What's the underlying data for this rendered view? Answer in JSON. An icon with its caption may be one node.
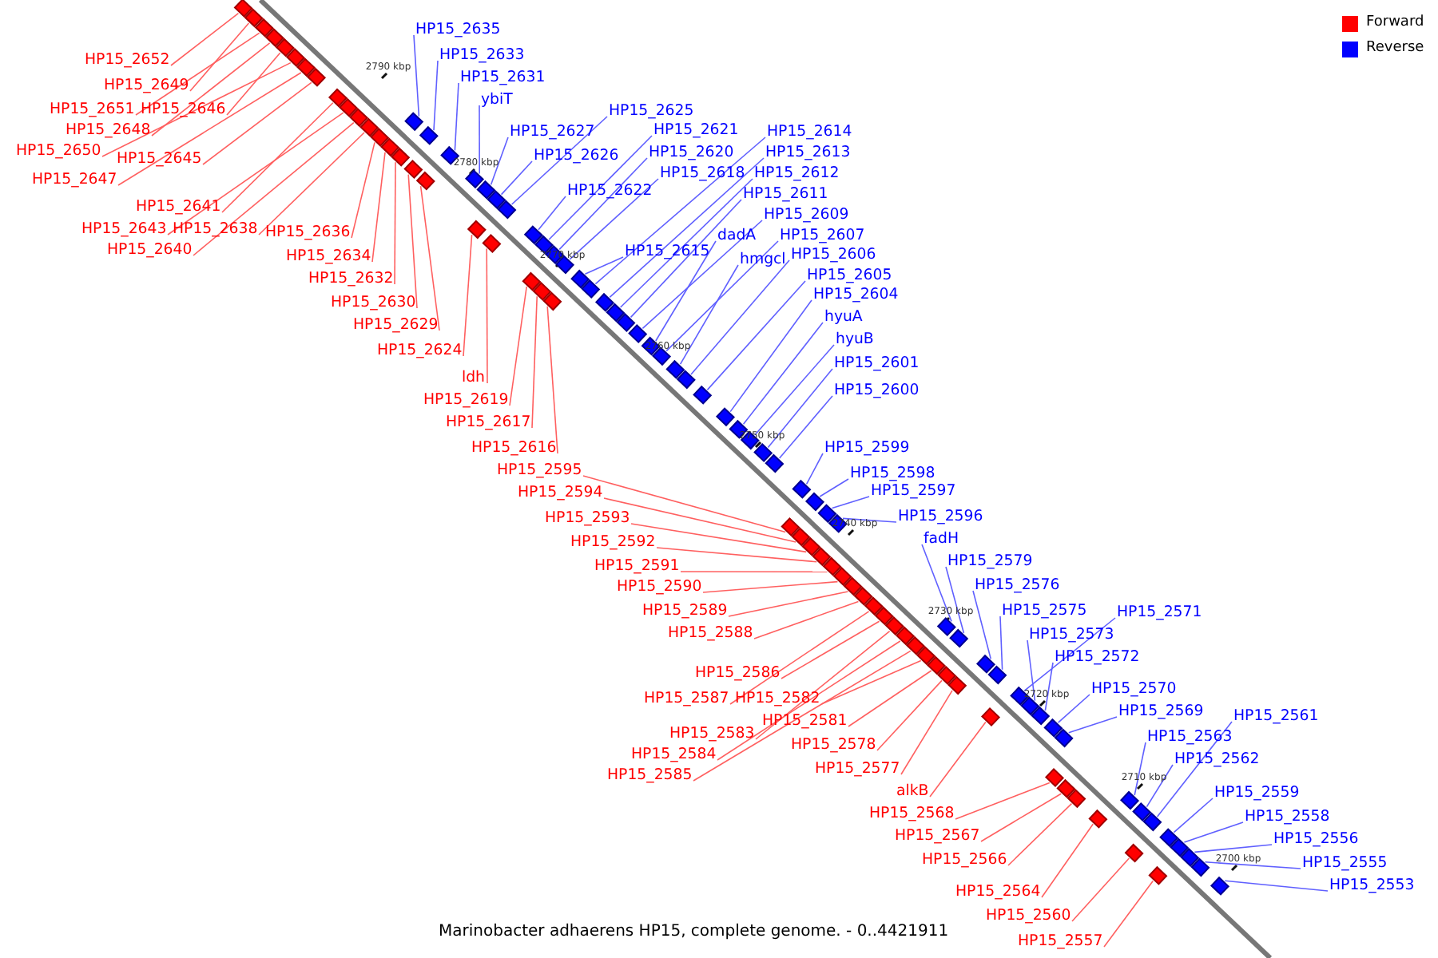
{
  "diagram": {
    "caption": "Marinobacter adhaerens HP15, complete genome. - 0..4421911",
    "nodes": [
      {
        "text": [
          "HP15_2652"
        ]
      },
      {
        "text": [
          "HP15_2649"
        ]
      },
      {
        "text": [
          "HP15_2651"
        ]
      },
      {
        "text": [
          "HP15_2646"
        ]
      },
      {
        "text": [
          "HP15_2648"
        ]
      },
      {
        "text": [
          "HP15_2650"
        ]
      },
      {
        "text": [
          "HP15_2645"
        ]
      },
      {
        "text": [
          "HP15_2647"
        ]
      },
      {
        "text": [
          "HP15_2641"
        ]
      },
      {
        "text": [
          "HP15_2643"
        ]
      },
      {
        "text": [
          "HP15_2638"
        ]
      },
      {
        "text": [
          "HP15_2640"
        ]
      },
      {
        "text": [
          "HP15_2636"
        ]
      },
      {
        "text": [
          "HP15_2634"
        ]
      },
      {
        "text": [
          "HP15_2632"
        ]
      },
      {
        "text": [
          "HP15_2630"
        ]
      },
      {
        "text": [
          "HP15_2629"
        ]
      },
      {
        "text": [
          "HP15_2624"
        ]
      },
      {
        "text": [
          "ldh"
        ]
      },
      {
        "text": [
          "HP15_2619"
        ]
      },
      {
        "text": [
          "HP15_2617"
        ]
      },
      {
        "text": [
          "HP15_2616"
        ]
      },
      {
        "text": [
          "HP15_2595"
        ]
      },
      {
        "text": [
          "HP15_2594"
        ]
      },
      {
        "text": [
          "HP15_2593"
        ]
      },
      {
        "text": [
          "HP15_2592"
        ]
      },
      {
        "text": [
          "HP15_2591"
        ]
      },
      {
        "text": [
          "HP15_2590"
        ]
      },
      {
        "text": [
          "HP15_2589"
        ]
      },
      {
        "text": [
          "HP15_2588"
        ]
      },
      {
        "text": [
          "HP15_2586"
        ]
      },
      {
        "text": [
          "HP15_2587"
        ]
      },
      {
        "text": [
          "HP15_2582"
        ]
      },
      {
        "text": [
          "HP15_2581"
        ]
      },
      {
        "text": [
          "HP15_2583"
        ]
      },
      {
        "text": [
          "HP15_2578"
        ]
      },
      {
        "text": [
          "HP15_2584"
        ]
      },
      {
        "text": [
          "HP15_2577"
        ]
      },
      {
        "text": [
          "HP15_2585"
        ]
      },
      {
        "text": [
          "alkB"
        ]
      },
      {
        "text": [
          "HP15_2568"
        ]
      },
      {
        "text": [
          "HP15_2567"
        ]
      },
      {
        "text": [
          "HP15_2566"
        ]
      },
      {
        "text": [
          "HP15_2564"
        ]
      },
      {
        "text": [
          "HP15_2560"
        ]
      },
      {
        "text": [
          "HP15_2557"
        ]
      },
      {
        "text": [
          "HP15_2635"
        ]
      },
      {
        "text": [
          "HP15_2633"
        ]
      },
      {
        "text": [
          "HP15_2631"
        ]
      },
      {
        "text": [
          "ybiT"
        ]
      },
      {
        "text": [
          "HP15_2627"
        ]
      },
      {
        "text": [
          "HP15_2625"
        ]
      },
      {
        "text": [
          "HP15_2626"
        ]
      },
      {
        "text": [
          "HP15_2621"
        ]
      },
      {
        "text": [
          "HP15_2620"
        ]
      },
      {
        "text": [
          "HP15_2618"
        ]
      },
      {
        "text": [
          "HP15_2622"
        ]
      },
      {
        "text": [
          "HP15_2614"
        ]
      },
      {
        "text": [
          "HP15_2613"
        ]
      },
      {
        "text": [
          "HP15_2612"
        ]
      },
      {
        "text": [
          "HP15_2611"
        ]
      },
      {
        "text": [
          "HP15_2609"
        ]
      },
      {
        "text": [
          "HP15_2615"
        ]
      },
      {
        "text": [
          "dadA"
        ]
      },
      {
        "text": [
          "HP15_2607"
        ]
      },
      {
        "text": [
          "hmgcl"
        ]
      },
      {
        "text": [
          "HP15_2606"
        ]
      },
      {
        "text": [
          "HP15_2605"
        ]
      },
      {
        "text": [
          "HP15_2604"
        ]
      },
      {
        "text": [
          "hyuA"
        ]
      },
      {
        "text": [
          "hyuB"
        ]
      },
      {
        "text": [
          "HP15_2601"
        ]
      },
      {
        "text": [
          "HP15_2600"
        ]
      },
      {
        "text": [
          "HP15_2599"
        ]
      },
      {
        "text": [
          "HP15_2598"
        ]
      },
      {
        "text": [
          "HP15_2597"
        ]
      },
      {
        "text": [
          "HP15_2596"
        ]
      },
      {
        "text": [
          "fadH"
        ]
      },
      {
        "text": [
          "HP15_2579"
        ]
      },
      {
        "text": [
          "HP15_2576"
        ]
      },
      {
        "text": [
          "HP15_2575"
        ]
      },
      {
        "text": [
          "HP15_2571"
        ]
      },
      {
        "text": [
          "HP15_2573"
        ]
      },
      {
        "text": [
          "HP15_2572"
        ]
      },
      {
        "text": [
          "HP15_2570"
        ]
      },
      {
        "text": [
          "HP15_2569"
        ]
      },
      {
        "text": [
          "HP15_2561"
        ]
      },
      {
        "text": [
          "HP15_2563"
        ]
      },
      {
        "text": [
          "HP15_2562"
        ]
      },
      {
        "text": [
          "HP15_2559"
        ]
      },
      {
        "text": [
          "HP15_2558"
        ]
      },
      {
        "text": [
          "HP15_2556"
        ]
      },
      {
        "text": [
          "HP15_2555"
        ]
      },
      {
        "text": [
          "HP15_2553"
        ]
      },
      {
        "text": [],
        "shape": "box"
      },
      {
        "text": [],
        "shape": "box"
      },
      {
        "text": [],
        "shape": "box"
      },
      {
        "text": [],
        "shape": "box"
      },
      {
        "text": [],
        "shape": "box"
      },
      {
        "text": [],
        "shape": "box"
      },
      {
        "text": [],
        "shape": "box"
      },
      {
        "text": [],
        "shape": "box"
      },
      {
        "text": [],
        "shape": "box"
      },
      {
        "text": [],
        "shape": "box"
      },
      {
        "text": [],
        "shape": "box"
      },
      {
        "text": [],
        "shape": "box"
      },
      {
        "text": [],
        "shape": "box"
      },
      {
        "text": [],
        "shape": "box"
      },
      {
        "text": [],
        "shape": "box"
      },
      {
        "text": [],
        "shape": "box"
      },
      {
        "text": [],
        "shape": "box"
      },
      {
        "text": [],
        "shape": "box"
      },
      {
        "text": [],
        "shape": "box"
      },
      {
        "text": [],
        "shape": "box"
      },
      {
        "text": [],
        "shape": "box"
      },
      {
        "text": [],
        "shape": "box"
      },
      {
        "text": [],
        "shape": "box"
      },
      {
        "text": [],
        "shape": "box"
      },
      {
        "text": [],
        "shape": "box"
      },
      {
        "text": [],
        "shape": "box"
      },
      {
        "text": [],
        "shape": "box"
      },
      {
        "text": [],
        "shape": "box"
      },
      {
        "text": [],
        "shape": "box"
      },
      {
        "text": [],
        "shape": "box"
      },
      {
        "text": [],
        "shape": "box"
      },
      {
        "text": [],
        "shape": "box"
      },
      {
        "text": [],
        "shape": "box"
      },
      {
        "text": [],
        "shape": "box"
      },
      {
        "text": [],
        "shape": "box"
      },
      {
        "text": [],
        "shape": "box"
      },
      {
        "text": [],
        "shape": "box"
      },
      {
        "text": [],
        "shape": "box"
      },
      {
        "text": [],
        "shape": "box"
      },
      {
        "text": [],
        "shape": "box"
      },
      {
        "text": [],
        "shape": "box"
      },
      {
        "text": [],
        "shape": "box"
      },
      {
        "text": [],
        "shape": "box"
      },
      {
        "text": [],
        "shape": "box"
      },
      {
        "text": [],
        "shape": "box"
      },
      {
        "text": [],
        "shape": "box"
      },
      {
        "text": [],
        "shape": "box"
      },
      {
        "text": [],
        "shape": "box"
      },
      {
        "text": [],
        "shape": "box"
      },
      {
        "text": [],
        "shape": "box"
      },
      {
        "text": [],
        "shape": "box"
      },
      {
        "text": [],
        "shape": "box"
      },
      {
        "text": [],
        "shape": "box"
      },
      {
        "text": [],
        "shape": "box"
      },
      {
        "text": [],
        "shape": "box"
      },
      {
        "text": [],
        "shape": "box"
      },
      {
        "text": [],
        "shape": "box"
      },
      {
        "text": [],
        "shape": "box"
      },
      {
        "text": [],
        "shape": "box"
      },
      {
        "text": [],
        "shape": "box"
      },
      {
        "text": [],
        "shape": "box"
      },
      {
        "text": [],
        "shape": "box"
      },
      {
        "text": [],
        "shape": "box"
      },
      {
        "text": [],
        "shape": "box"
      },
      {
        "text": [],
        "shape": "box"
      },
      {
        "text": [],
        "shape": "box"
      },
      {
        "text": [],
        "shape": "box"
      },
      {
        "text": [],
        "shape": "box"
      },
      {
        "text": [],
        "shape": "box"
      },
      {
        "text": [],
        "shape": "box"
      },
      {
        "text": [],
        "shape": "box"
      },
      {
        "text": [],
        "shape": "box"
      },
      {
        "text": [],
        "shape": "box"
      },
      {
        "text": [],
        "shape": "box"
      },
      {
        "text": [],
        "shape": "box"
      },
      {
        "text": [],
        "shape": "box"
      },
      {
        "text": [],
        "shape": "box"
      },
      {
        "text": [],
        "shape": "box"
      },
      {
        "text": [],
        "shape": "box"
      },
      {
        "text": [],
        "shape": "box"
      },
      {
        "text": [],
        "shape": "box"
      },
      {
        "text": [],
        "shape": "box"
      },
      {
        "text": [],
        "shape": "box"
      },
      {
        "text": [],
        "shape": "box"
      },
      {
        "text": [],
        "shape": "box"
      },
      {
        "text": [],
        "shape": "box"
      },
      {
        "text": [],
        "shape": "box"
      },
      {
        "text": [],
        "shape": "box"
      },
      {
        "text": [],
        "shape": "box"
      },
      {
        "text": [],
        "shape": "box"
      },
      {
        "text": [],
        "shape": "box"
      },
      {
        "text": [],
        "shape": "box"
      },
      {
        "text": [],
        "shape": "box"
      },
      {
        "text": [],
        "shape": "box"
      }
    ],
    "edges": [
      {
        "from": 0,
        "to": 94,
        "arrow": "none",
        "color": "#ff6060"
      },
      {
        "from": 1,
        "to": 95,
        "arrow": "none",
        "color": "#ff6060"
      },
      {
        "from": 2,
        "to": 96,
        "arrow": "none",
        "color": "#ff6060"
      },
      {
        "from": 3,
        "to": 97,
        "arrow": "none",
        "color": "#ff6060"
      },
      {
        "from": 4,
        "to": 98,
        "arrow": "none",
        "color": "#ff6060"
      },
      {
        "from": 5,
        "to": 99,
        "arrow": "none",
        "color": "#ff6060"
      },
      {
        "from": 6,
        "to": 100,
        "arrow": "none",
        "color": "#ff6060"
      },
      {
        "from": 7,
        "to": 101,
        "arrow": "none",
        "color": "#ff6060"
      },
      {
        "from": 8,
        "to": 102,
        "arrow": "none",
        "color": "#ff6060"
      },
      {
        "from": 9,
        "to": 103,
        "arrow": "none",
        "color": "#ff6060"
      },
      {
        "from": 10,
        "to": 104,
        "arrow": "none",
        "color": "#ff6060"
      },
      {
        "from": 11,
        "to": 105,
        "arrow": "none",
        "color": "#ff6060"
      },
      {
        "from": 12,
        "to": 106,
        "arrow": "none",
        "color": "#ff6060"
      },
      {
        "from": 13,
        "to": 107,
        "arrow": "none",
        "color": "#ff6060"
      },
      {
        "from": 14,
        "to": 108,
        "arrow": "none",
        "color": "#ff6060"
      },
      {
        "from": 15,
        "to": 109,
        "arrow": "none",
        "color": "#ff6060"
      },
      {
        "from": 16,
        "to": 110,
        "arrow": "none",
        "color": "#ff6060"
      },
      {
        "from": 17,
        "to": 111,
        "arrow": "none",
        "color": "#ff6060"
      },
      {
        "from": 18,
        "to": 112,
        "arrow": "none",
        "color": "#ff6060"
      },
      {
        "from": 19,
        "to": 113,
        "arrow": "none",
        "color": "#ff6060"
      },
      {
        "from": 20,
        "to": 114,
        "arrow": "none",
        "color": "#ff6060"
      },
      {
        "from": 21,
        "to": 115,
        "arrow": "none",
        "color": "#ff6060"
      },
      {
        "from": 22,
        "to": 116,
        "arrow": "none",
        "color": "#ff6060"
      },
      {
        "from": 23,
        "to": 117,
        "arrow": "none",
        "color": "#ff6060"
      },
      {
        "from": 24,
        "to": 118,
        "arrow": "none",
        "color": "#ff6060"
      },
      {
        "from": 25,
        "to": 119,
        "arrow": "none",
        "color": "#ff6060"
      },
      {
        "from": 26,
        "to": 120,
        "arrow": "none",
        "color": "#ff6060"
      },
      {
        "from": 27,
        "to": 121,
        "arrow": "none",
        "color": "#ff6060"
      },
      {
        "from": 28,
        "to": 122,
        "arrow": "none",
        "color": "#ff6060"
      },
      {
        "from": 29,
        "to": 123,
        "arrow": "none",
        "color": "#ff6060"
      },
      {
        "from": 30,
        "to": 124,
        "arrow": "none",
        "color": "#ff6060"
      },
      {
        "from": 31,
        "to": 125,
        "arrow": "none",
        "color": "#ff6060"
      },
      {
        "from": 32,
        "to": 126,
        "arrow": "none",
        "color": "#ff6060"
      },
      {
        "from": 33,
        "to": 127,
        "arrow": "none",
        "color": "#ff6060"
      },
      {
        "from": 34,
        "to": 128,
        "arrow": "none",
        "color": "#ff6060"
      },
      {
        "from": 35,
        "to": 129,
        "arrow": "none",
        "color": "#ff6060"
      },
      {
        "from": 36,
        "to": 130,
        "arrow": "none",
        "color": "#ff6060"
      },
      {
        "from": 37,
        "to": 131,
        "arrow": "none",
        "color": "#ff6060"
      },
      {
        "from": 38,
        "to": 132,
        "arrow": "none",
        "color": "#ff6060"
      },
      {
        "from": 39,
        "to": 133,
        "arrow": "none",
        "color": "#ff6060"
      },
      {
        "from": 40,
        "to": 134,
        "arrow": "none",
        "color": "#ff6060"
      },
      {
        "from": 41,
        "to": 135,
        "arrow": "none",
        "color": "#ff6060"
      },
      {
        "from": 42,
        "to": 136,
        "arrow": "none",
        "color": "#ff6060"
      },
      {
        "from": 43,
        "to": 137,
        "arrow": "none",
        "color": "#ff6060"
      },
      {
        "from": 44,
        "to": 138,
        "arrow": "none",
        "color": "#ff6060"
      },
      {
        "from": 45,
        "to": 139,
        "arrow": "none",
        "color": "#ff6060"
      },
      {
        "from": 46,
        "to": 140,
        "arrow": "none"
      },
      {
        "from": 47,
        "to": 141,
        "arrow": "none"
      },
      {
        "from": 48,
        "to": 142,
        "arrow": "none"
      },
      {
        "from": 49,
        "to": 143,
        "arrow": "none"
      },
      {
        "from": 50,
        "to": 144,
        "arrow": "none"
      },
      {
        "from": 51,
        "to": 145,
        "arrow": "none"
      },
      {
        "from": 52,
        "to": 146,
        "arrow": "none"
      },
      {
        "from": 53,
        "to": 147,
        "arrow": "none"
      },
      {
        "from": 54,
        "to": 148,
        "arrow": "none"
      },
      {
        "from": 55,
        "to": 149,
        "arrow": "none"
      },
      {
        "from": 56,
        "to": 150,
        "arrow": "none"
      },
      {
        "from": 57,
        "to": 151,
        "arrow": "none"
      },
      {
        "from": 58,
        "to": 152,
        "arrow": "none"
      },
      {
        "from": 59,
        "to": 153,
        "arrow": "none"
      },
      {
        "from": 60,
        "to": 154,
        "arrow": "none"
      },
      {
        "from": 61,
        "to": 155,
        "arrow": "none"
      },
      {
        "from": 62,
        "to": 156,
        "arrow": "none"
      },
      {
        "from": 63,
        "to": 157,
        "arrow": "none"
      },
      {
        "from": 64,
        "to": 158,
        "arrow": "none"
      },
      {
        "from": 65,
        "to": 159,
        "arrow": "none"
      },
      {
        "from": 66,
        "to": 160,
        "arrow": "none"
      },
      {
        "from": 67,
        "to": 161,
        "arrow": "none"
      },
      {
        "from": 68,
        "to": 162,
        "arrow": "none"
      },
      {
        "from": 69,
        "to": 163,
        "arrow": "none"
      },
      {
        "from": 70,
        "to": 164,
        "arrow": "none"
      },
      {
        "from": 71,
        "to": 165,
        "arrow": "none"
      },
      {
        "from": 72,
        "to": 166,
        "arrow": "none"
      },
      {
        "from": 73,
        "to": 167,
        "arrow": "none"
      },
      {
        "from": 74,
        "to": 168,
        "arrow": "none"
      },
      {
        "from": 75,
        "to": 169,
        "arrow": "none"
      },
      {
        "from": 76,
        "to": 170,
        "arrow": "none"
      },
      {
        "from": 77,
        "to": 171,
        "arrow": "none"
      },
      {
        "from": 78,
        "to": 172,
        "arrow": "none"
      },
      {
        "from": 79,
        "to": 173,
        "arrow": "none"
      },
      {
        "from": 80,
        "to": 174,
        "arrow": "none"
      },
      {
        "from": 81,
        "to": 175,
        "arrow": "none"
      },
      {
        "from": 82,
        "to": 176,
        "arrow": "none"
      },
      {
        "from": 83,
        "to": 177,
        "arrow": "none"
      },
      {
        "from": 84,
        "to": 178,
        "arrow": "none"
      },
      {
        "from": 85,
        "to": 179,
        "arrow": "none"
      },
      {
        "from": 86,
        "to": 180,
        "arrow": "none"
      },
      {
        "from": 87,
        "to": 181,
        "arrow": "none"
      },
      {
        "from": 88,
        "to": 182,
        "arrow": "none"
      },
      {
        "from": 89,
        "to": 183,
        "arrow": "none"
      },
      {
        "from": 90,
        "to": 184,
        "arrow": "none"
      },
      {
        "from": 91,
        "to": 185,
        "arrow": "none"
      },
      {
        "from": 92,
        "to": 186,
        "arrow": "none"
      },
      {
        "from": 93,
        "to": 187,
        "arrow": "none"
      }
    ],
    "labels": [
      "2790 kbp",
      "2780 kbp",
      "2770 kbp",
      "2760 kbp",
      "2750 kbp",
      "2740 kbp",
      "2730 kbp",
      "2720 kbp",
      "2710 kbp",
      "2700 kbp"
    ],
    "legend": [
      {
        "text": "Forward",
        "color": "#ff0000"
      },
      {
        "text": "Reverse",
        "color": "#0000ff"
      }
    ]
  }
}
